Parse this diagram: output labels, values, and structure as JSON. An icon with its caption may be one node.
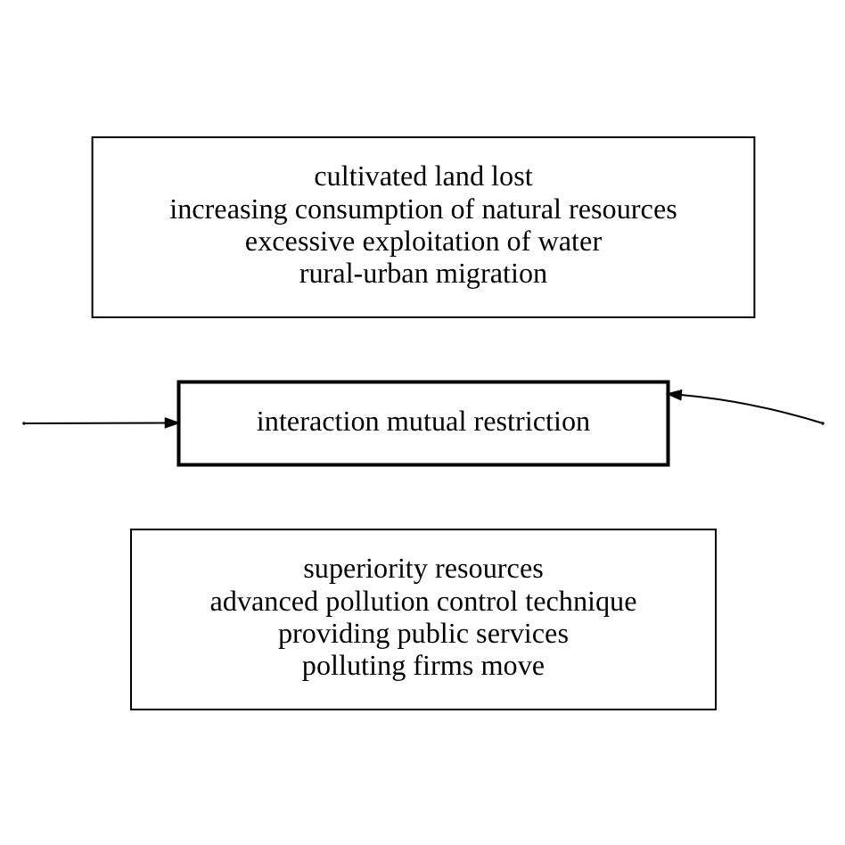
{
  "diagram": {
    "nodes": [
      {
        "text": [
          "cultivated land lost",
          "increasing consumption of natural resources",
          "excessive exploitation of water",
          "rural-urban migration"
        ]
      },
      {
        "text": [
          "interaction mutual restriction"
        ]
      },
      {
        "text": [
          "superiority resources",
          "advanced pollution control technique",
          "providing public services",
          "polluting firms move"
        ]
      }
    ],
    "edges": [
      {
        "from": null,
        "to": 1,
        "arrow": "to"
      },
      {
        "from": null,
        "to": 1,
        "arrow": "to"
      }
    ]
  }
}
